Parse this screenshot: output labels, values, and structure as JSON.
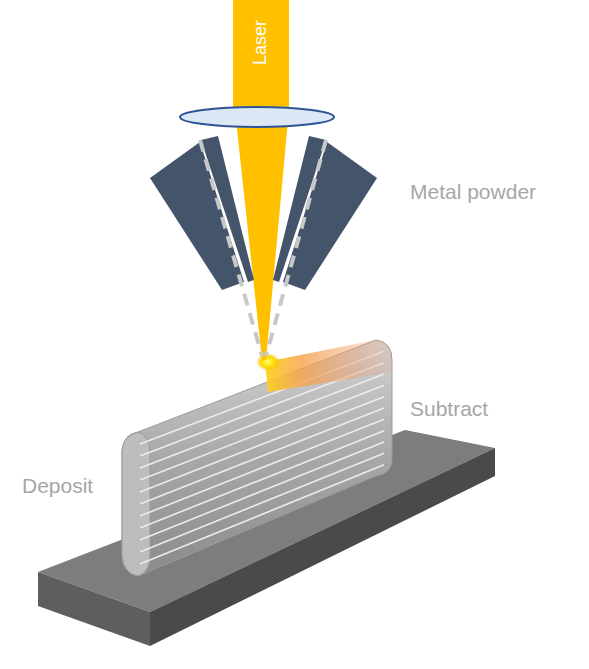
{
  "diagram": {
    "labels": [
      "Laser",
      "Metal powder",
      "Subtract",
      "Deposit"
    ]
  }
}
